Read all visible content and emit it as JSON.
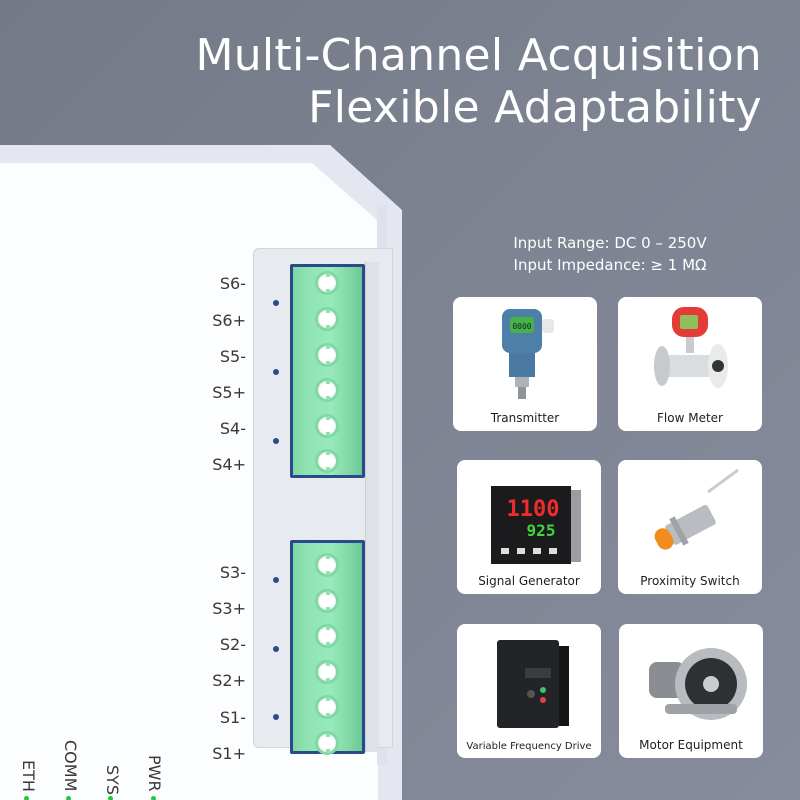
{
  "header": {
    "title_line1": "Multi-Channel Acquisition",
    "title_line2": "Flexible Adaptability"
  },
  "specs": {
    "input_range": "Input Range: DC 0 – 250V",
    "input_impedance": "Input Impedance: ≥ 1 MΩ"
  },
  "device": {
    "upper_terminal": {
      "pins": [
        "S6-",
        "S6+",
        "S5-",
        "S5+",
        "S4-",
        "S4+"
      ]
    },
    "lower_terminal": {
      "pins": [
        "S3-",
        "S3+",
        "S2-",
        "S2+",
        "S1-",
        "S1+"
      ]
    },
    "indicators": [
      {
        "label": "ETH",
        "color": "#21c83a"
      },
      {
        "label": "COMM",
        "color": "#21c83a"
      },
      {
        "label": "SYS",
        "color": "#21c83a"
      },
      {
        "label": "PWR",
        "color": "#21c83a"
      }
    ],
    "colors": {
      "terminal_green": "#8fe3b2",
      "terminal_frame": "#2a4a8c",
      "enclosure": "#fbfdff"
    }
  },
  "applications": [
    {
      "label": "Transmitter",
      "icon": "pressure-transmitter-icon"
    },
    {
      "label": "Flow Meter",
      "icon": "flow-meter-icon"
    },
    {
      "label": "Signal Generator",
      "icon": "signal-generator-icon",
      "display_top": "1100",
      "display_bottom": "925"
    },
    {
      "label": "Proximity Switch",
      "icon": "proximity-switch-icon"
    },
    {
      "label": "Variable Frequency Drive",
      "icon": "vfd-icon"
    },
    {
      "label": "Motor Equipment",
      "icon": "motor-icon"
    }
  ],
  "colors": {
    "background": "#7d8391",
    "title_text": "#ffffff",
    "card_bg": "#ffffff"
  }
}
